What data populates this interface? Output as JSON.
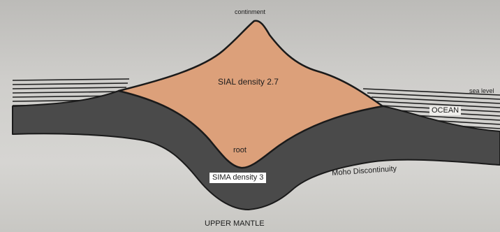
{
  "labels": {
    "continent": "continment",
    "sial": "SIAL density 2.7",
    "sea_level": "sea level",
    "ocean": "OCEAN",
    "root": "root",
    "sima": "SIMA density 3",
    "moho": "Moho Discontinuity",
    "upper_mantle": "UPPER  MANTLE"
  },
  "colors": {
    "sial": "#dca07a",
    "sima": "#4a4a4a",
    "ocean_lines": "#1e1e1e",
    "outline": "#1a1a1a"
  }
}
